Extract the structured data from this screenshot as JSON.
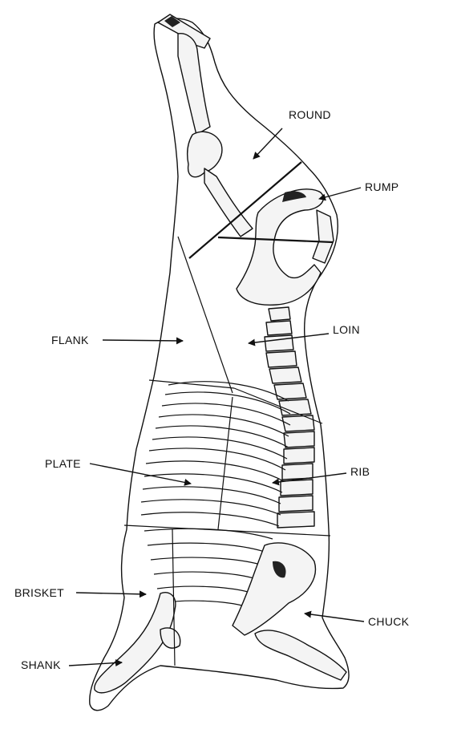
{
  "labels": {
    "round": "ROUND",
    "rump": "RUMP",
    "loin": "LOIN",
    "flank": "FLANK",
    "plate": "PLATE",
    "rib": "RIB",
    "brisket": "BRISKET",
    "chuck": "CHUCK",
    "shank": "SHANK"
  }
}
